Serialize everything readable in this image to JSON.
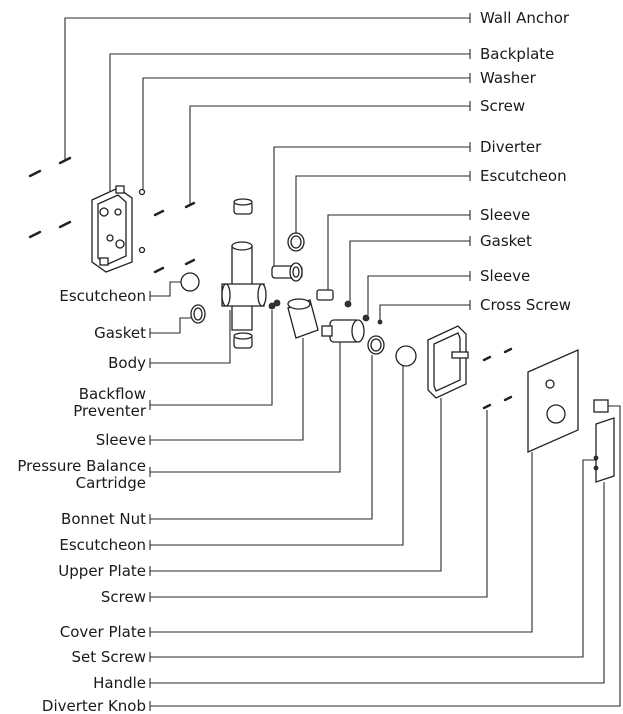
{
  "labels_right": [
    {
      "id": "wall-anchor",
      "text": "Wall Anchor"
    },
    {
      "id": "backplate",
      "text": "Backplate"
    },
    {
      "id": "washer",
      "text": "Washer"
    },
    {
      "id": "screw-top",
      "text": "Screw"
    },
    {
      "id": "diverter",
      "text": "Diverter"
    },
    {
      "id": "escutcheon-top",
      "text": "Escutcheon"
    },
    {
      "id": "sleeve-top",
      "text": "Sleeve"
    },
    {
      "id": "gasket-top",
      "text": "Gasket"
    },
    {
      "id": "sleeve-mid",
      "text": "Sleeve"
    },
    {
      "id": "cross-screw",
      "text": "Cross Screw"
    }
  ],
  "labels_left": [
    {
      "id": "escutcheon-left",
      "text": "Escutcheon"
    },
    {
      "id": "gasket-left",
      "text": "Gasket"
    },
    {
      "id": "body",
      "text": "Body"
    },
    {
      "id": "backflow-preventer",
      "lines": [
        "Backflow",
        "Preventer"
      ]
    },
    {
      "id": "sleeve-left",
      "text": "Sleeve"
    },
    {
      "id": "pressure-balance-cartridge",
      "lines": [
        "Pressure Balance",
        "Cartridge"
      ]
    },
    {
      "id": "bonnet-nut",
      "text": "Bonnet Nut"
    },
    {
      "id": "escutcheon-bottom",
      "text": "Escutcheon"
    },
    {
      "id": "upper-plate",
      "text": "Upper Plate"
    },
    {
      "id": "screw-bottom",
      "text": "Screw"
    },
    {
      "id": "cover-plate",
      "text": "Cover Plate"
    },
    {
      "id": "set-screw",
      "text": "Set Screw"
    },
    {
      "id": "handle",
      "text": "Handle"
    },
    {
      "id": "diverter-knob",
      "text": "Diverter Knob"
    }
  ]
}
